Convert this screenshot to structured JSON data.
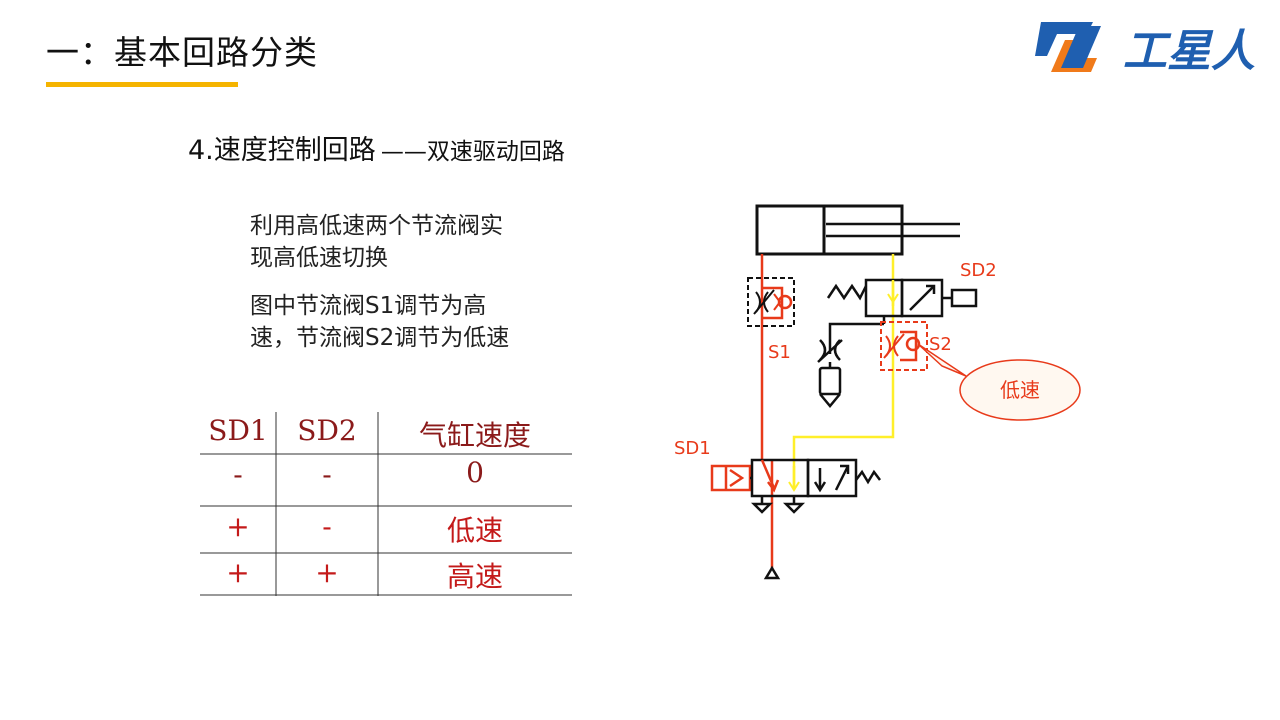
{
  "slide": {
    "title": "一：基本回路分类",
    "subtitle_main": "4.速度控制回路",
    "subtitle_sub": "——双速驱动回路",
    "desc1": "利用高低速两个节流阀实现高低速切换",
    "desc2": "图中节流阀S1调节为高速，节流阀S2调节为低速"
  },
  "logo": {
    "text": "工星人",
    "accent_color": "#1f5fb0",
    "orange_color": "#f07a1a"
  },
  "table": {
    "headers": [
      "SD1",
      "SD2",
      "气缸速度"
    ],
    "rows": [
      [
        "-",
        "-",
        "0"
      ],
      [
        "+",
        "-",
        "低速"
      ],
      [
        "+",
        "+",
        "高速"
      ]
    ],
    "header_color": "#8b1a1a",
    "value_color": "#c41a1a"
  },
  "diagram": {
    "labels": {
      "s1": "S1",
      "s2": "S2",
      "sd1": "SD1",
      "sd2": "SD2",
      "callout": "低速"
    },
    "colors": {
      "red_line": "#e83a1a",
      "yellow_line": "#ffef2a",
      "callout_border": "#e83a1a",
      "label": "#e83a1a"
    }
  }
}
